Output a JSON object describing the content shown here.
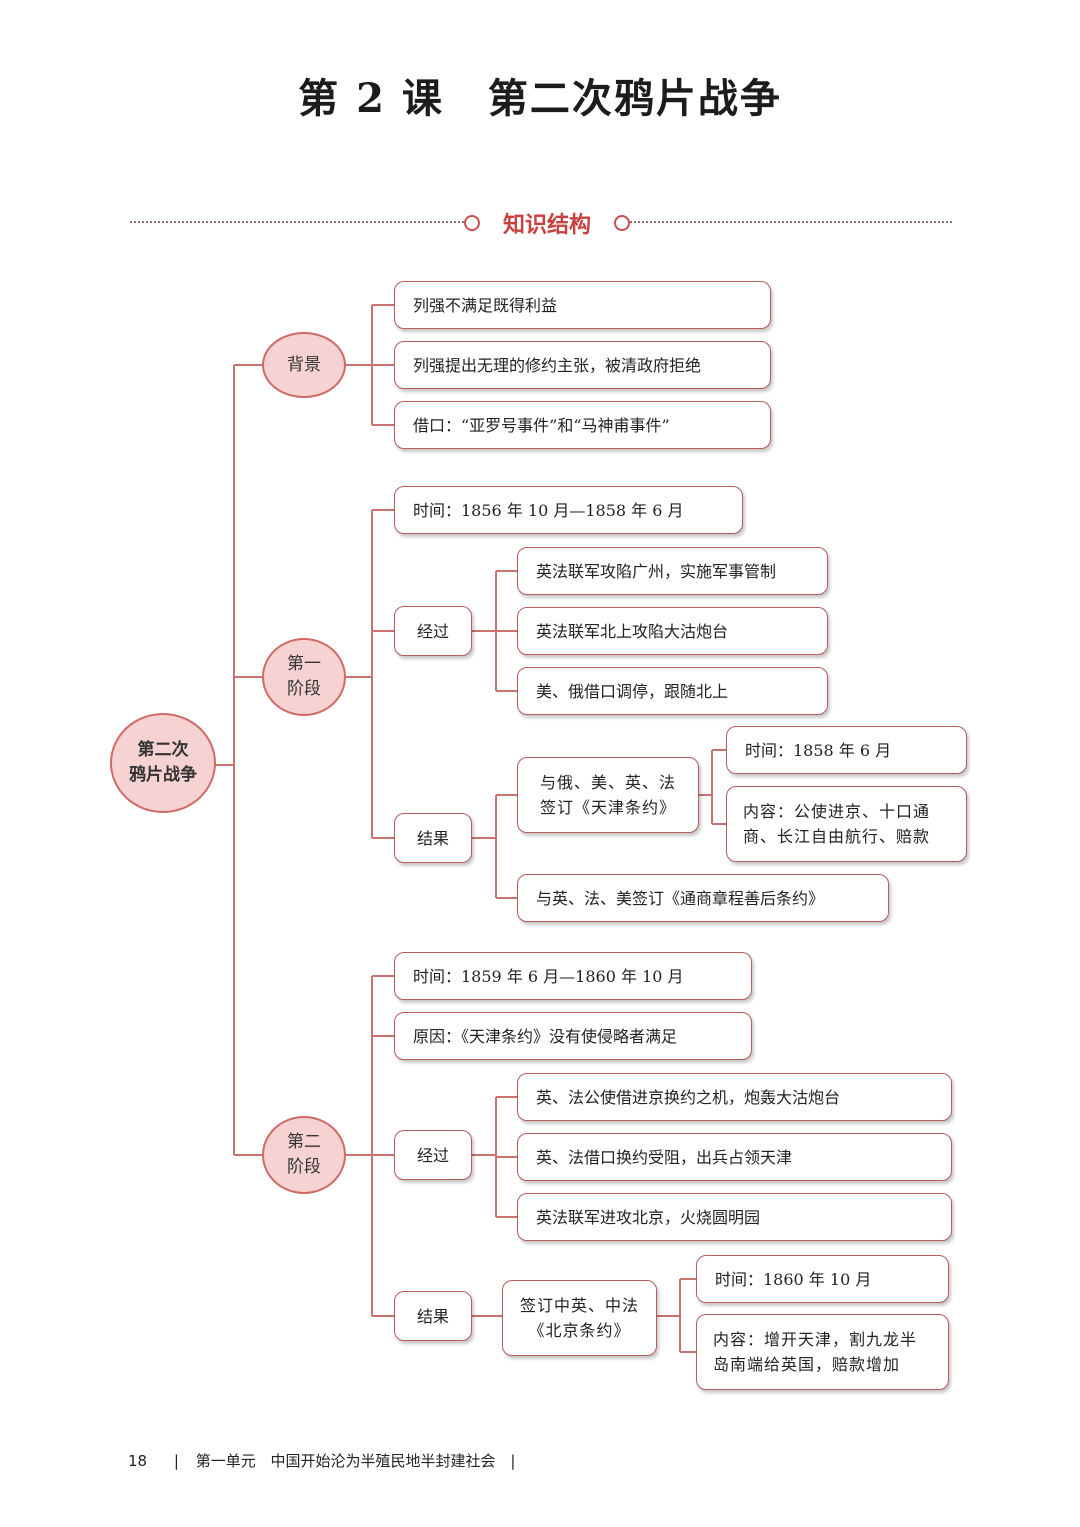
{
  "title": {
    "lesson": "第 2 课",
    "name": "第二次鸦片战争"
  },
  "section": {
    "label": "知识结构"
  },
  "root": {
    "label": "第二次\n鸦片战争"
  },
  "background": {
    "label": "背景",
    "items": [
      "列强不满足既得利益",
      "列强提出无理的修约主张，被清政府拒绝",
      "借口：“亚罗号事件”和“马神甫事件”"
    ]
  },
  "stage1": {
    "label": "第一\n阶段",
    "time": "时间：1856 年 10 月—1858 年 6 月",
    "process_label": "经过",
    "process": [
      "英法联军攻陷广州，实施军事管制",
      "英法联军北上攻陷大沽炮台",
      "美、俄借口调停，跟随北上"
    ],
    "result_label": "结果",
    "treaty": "与俄、美、英、法\n签订《天津条约》",
    "treaty_time": "时间：1858 年 6 月",
    "treaty_content": "内容：公使进京、十口通\n商、长江自由航行、赔款",
    "treaty2": "与英、法、美签订《通商章程善后条约》"
  },
  "stage2": {
    "label": "第二\n阶段",
    "time": "时间：1859 年 6 月—1860 年 10 月",
    "cause": "原因：《天津条约》没有使侵略者满足",
    "process_label": "经过",
    "process": [
      "英、法公使借进京换约之机，炮轰大沽炮台",
      "英、法借口换约受阻，出兵占领天津",
      "英法联军进攻北京，火烧圆明园"
    ],
    "result_label": "结果",
    "treaty": "签订中英、中法\n《北京条约》",
    "treaty_time": "时间：1860 年 10 月",
    "treaty_content": "内容：增开天津，割九龙半\n岛南端给英国，赔款增加"
  },
  "footer": {
    "page": "18",
    "unit": "第一单元",
    "unit_title": "中国开始沦为半殖民地半封建社会"
  },
  "colors": {
    "accent": "#c8413f",
    "node_fill": "#f6d3d2",
    "line": "#c97370"
  }
}
